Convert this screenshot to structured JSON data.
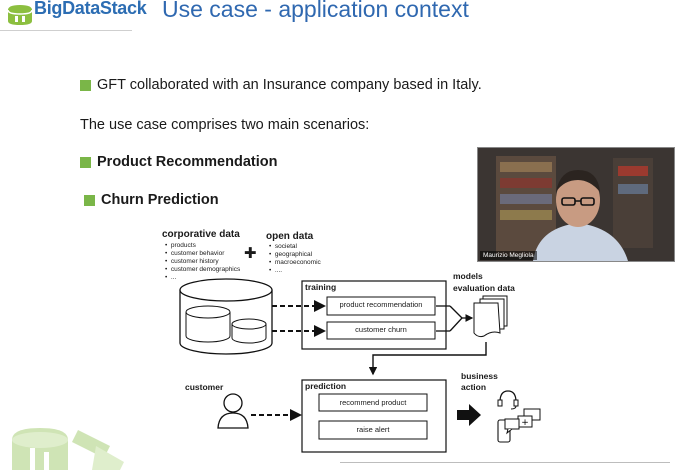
{
  "header": {
    "logo_text": "BigDataStack",
    "slide_title": "Use case - application context"
  },
  "bullets": {
    "line1": "GFT collaborated with an Insurance company based in Italy.",
    "line2": "The use case comprises two main scenarios:",
    "scenario1": "Product Recommendation",
    "scenario2": "Churn Prediction"
  },
  "video": {
    "participant_name": "Maurizio Megliola"
  },
  "diagram": {
    "corporative_title": "corporative data",
    "corporative_items": [
      "products",
      "customer behavior",
      "customer history",
      "customer demographics",
      "..."
    ],
    "open_title": "open data",
    "open_items": [
      "societal",
      "geographical",
      "macroeconomic",
      "...."
    ],
    "plus_symbol": "✚",
    "training_label": "training",
    "training_boxes": [
      "product recommendation",
      "customer churn"
    ],
    "models_label_1": "models",
    "models_label_2": "evaluation data",
    "prediction_label": "prediction",
    "prediction_boxes": [
      "recommend product",
      "raise alert"
    ],
    "customer_label": "customer",
    "business_label_1": "business",
    "business_label_2": "action"
  },
  "colors": {
    "title_blue": "#2f68b0",
    "bullet_green": "#7ab648",
    "logo_green": "#8cbf3f"
  }
}
